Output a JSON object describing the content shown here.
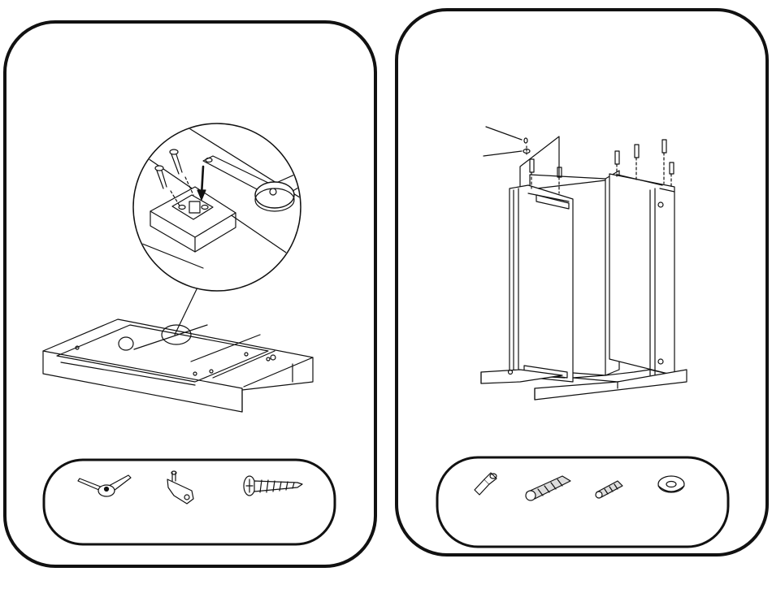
{
  "panels": [
    {
      "id": "left",
      "topic": "hinge-attachment",
      "hardware": [
        "hinge-arm-icon",
        "mounting-plate-icon",
        "wood-screw-icon"
      ]
    },
    {
      "id": "right",
      "topic": "cabinet-frame-assembly",
      "hardware": [
        "cam-bolt-icon",
        "large-wood-dowel-icon",
        "small-wood-dowel-icon",
        "washer-icon"
      ]
    }
  ],
  "colors": {
    "ink": "#111111",
    "paper": "#ffffff",
    "shade": "#d9d9d9",
    "shadeDark": "#9a9a9a"
  }
}
